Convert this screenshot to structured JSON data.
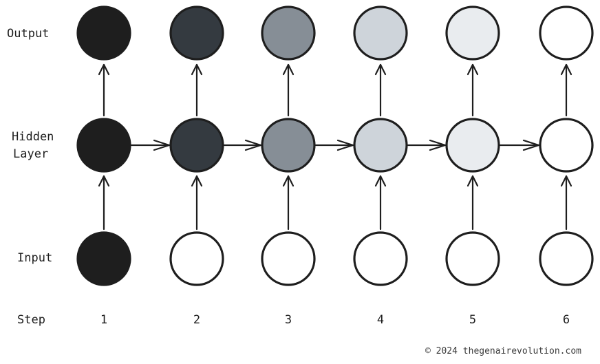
{
  "row_labels": {
    "output": "Output",
    "hidden_line1": "Hidden",
    "hidden_line2": "Layer",
    "input": "Input",
    "step": "Step"
  },
  "steps": [
    {
      "step": "1",
      "input_fill": "#1e1e1e",
      "hidden_fill": "#1e1e1e",
      "output_fill": "#1e1e1e"
    },
    {
      "step": "2",
      "input_fill": "#ffffff",
      "hidden_fill": "#343a40",
      "output_fill": "#343a40"
    },
    {
      "step": "3",
      "input_fill": "#ffffff",
      "hidden_fill": "#868e96",
      "output_fill": "#868e96"
    },
    {
      "step": "4",
      "input_fill": "#ffffff",
      "hidden_fill": "#ced4da",
      "output_fill": "#ced4da"
    },
    {
      "step": "5",
      "input_fill": "#ffffff",
      "hidden_fill": "#e9ecef",
      "output_fill": "#e9ecef"
    },
    {
      "step": "6",
      "input_fill": "#ffffff",
      "hidden_fill": "#ffffff",
      "output_fill": "#ffffff"
    }
  ],
  "credit": "© 2024 thegenairevolution.com"
}
